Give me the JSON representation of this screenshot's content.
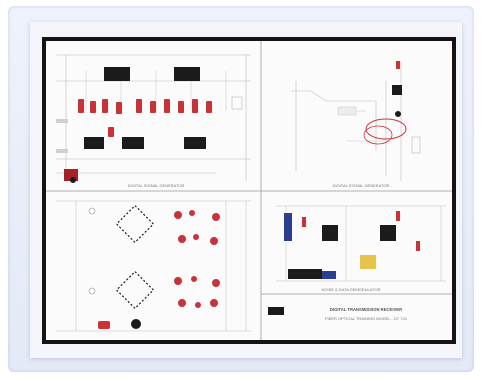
{
  "figure": {
    "sections": {
      "top_left_label": "DIGITAL SIGNAL GENERATOR",
      "top_right_label": "DIGITAL SIGNAL GENERATOR",
      "bottom_right_label": "NOISE & DATA DEMODULATOR",
      "title_line_1": "DIGITAL TRANSMISSION RECEIVER",
      "title_line_2": "FIBER OPTICAL TRAINING MODEL - DT 724"
    },
    "colors": {
      "frame": "#141414",
      "chip": "#1b1b1b",
      "component_red": "#c8333a",
      "component_blue": "#2a3f8f",
      "trace": "#9a9a9a"
    }
  }
}
